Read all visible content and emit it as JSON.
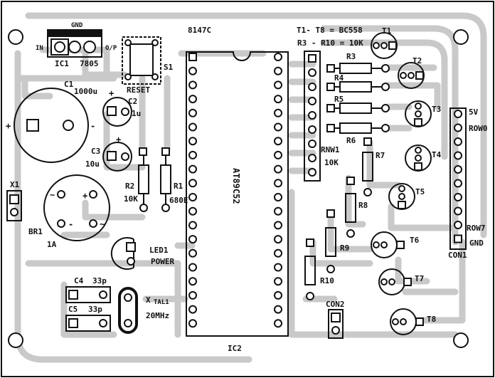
{
  "board": {
    "ic1": {
      "name": "IC1",
      "part": "7805",
      "in": "IN",
      "gnd": "GND",
      "op": "O/P"
    },
    "ic2": {
      "top_label": "8147C",
      "chip": "AT89C52",
      "name": "IC2"
    },
    "s1": {
      "name": "S1",
      "label": "RESET"
    },
    "c1": {
      "name": "C1",
      "value": "1000u",
      "plus": "+",
      "minus": "-"
    },
    "c2": {
      "name": "C2",
      "value": "1u",
      "plus": "+"
    },
    "c3": {
      "name": "C3",
      "value": "10u",
      "plus": "+"
    },
    "r1": {
      "name": "R1",
      "value": "680E"
    },
    "r2": {
      "name": "R2",
      "value": "10K"
    },
    "x1": {
      "name": "X1"
    },
    "br1": {
      "name": "BR1",
      "value": "1A",
      "ac1": "~",
      "ac2": "~",
      "plus": "+",
      "minus": "-"
    },
    "led1": {
      "name": "LED1",
      "label": "POWER"
    },
    "c4": {
      "name": "C4",
      "value": "33p"
    },
    "c5": {
      "name": "C5",
      "value": "33p"
    },
    "xtal": {
      "name": "X",
      "sub": "TAL1",
      "value": "20MHz"
    },
    "transistor_note": "T1- T8 = BC558",
    "resistor_note": "R3 - R10 = 10K",
    "rnw1": {
      "name": "RNW1",
      "value": "10K"
    },
    "resistors": [
      "R3",
      "R4",
      "R5",
      "R6",
      "R7",
      "R8",
      "R9",
      "R10"
    ],
    "transistors": [
      "T1",
      "T2",
      "T3",
      "T4",
      "T5",
      "T6",
      "T7",
      "T8"
    ],
    "con1": {
      "name": "CON1",
      "pin_5v": "5V",
      "row0": "ROW0",
      "row7": "ROW7",
      "gnd": "GND"
    },
    "con2": {
      "name": "CON2"
    }
  }
}
